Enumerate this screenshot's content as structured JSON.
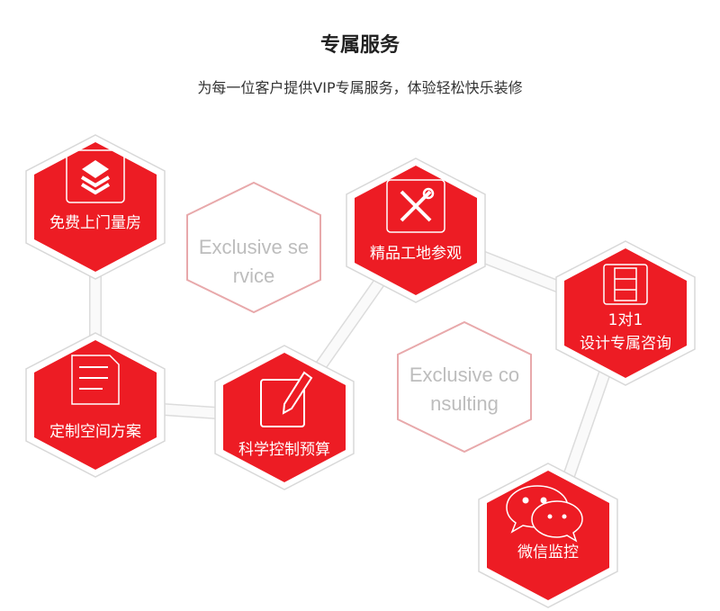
{
  "header": {
    "title": "专属服务",
    "subtitle": "为每一位客户提供VIP专属服务，体验轻松快乐装修"
  },
  "colors": {
    "accent": "#ed1c24",
    "hollow_border": "#e8a9ab",
    "connector": "#e0e0e0"
  },
  "services": [
    {
      "label": "免费上门量房",
      "icon": "layers-icon"
    },
    {
      "label": "精品工地参观",
      "icon": "tools-icon"
    },
    {
      "label_line1": "1对1",
      "label": "设计专属咨询",
      "icon": "cabinet-icon"
    },
    {
      "label": "定制空间方案",
      "icon": "document-icon"
    },
    {
      "label": "科学控制预算",
      "icon": "edit-icon"
    },
    {
      "label": "微信监控",
      "icon": "wechat-icon"
    }
  ],
  "hollow": [
    {
      "line1": "Exclusive se",
      "line2": "rvice"
    },
    {
      "line1": "Exclusive co",
      "line2": "nsulting"
    }
  ]
}
